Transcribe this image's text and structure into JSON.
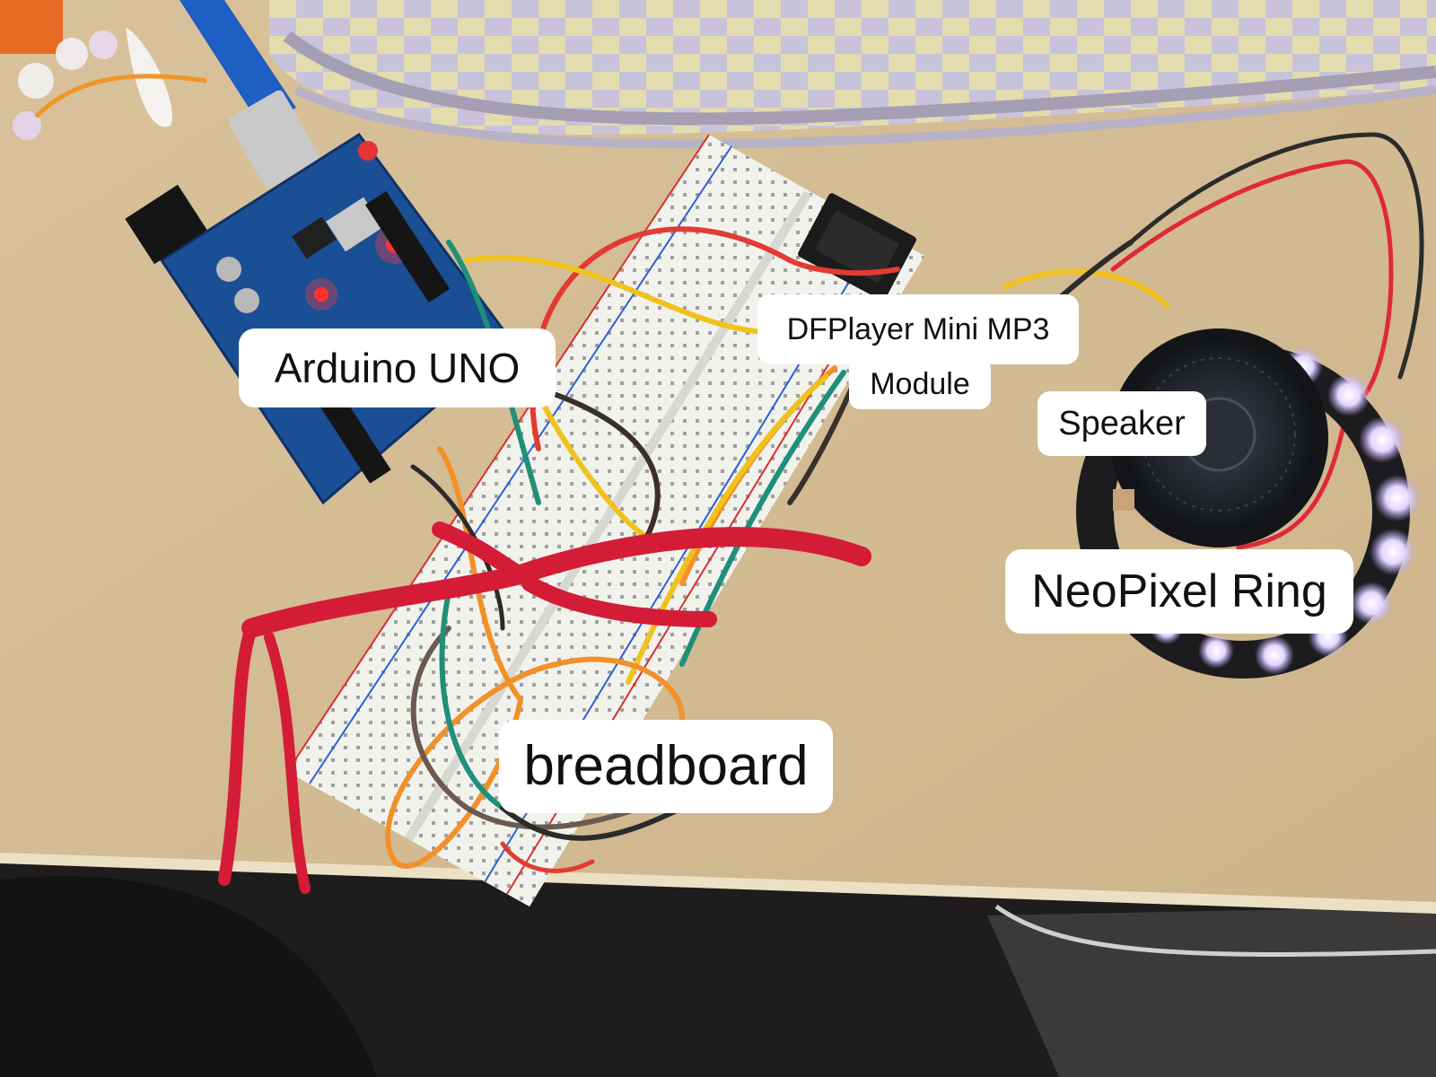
{
  "photo": {
    "subject": "arduino-circuit-photo",
    "colors": {
      "desk": "#d6c19c",
      "desk_edge": "#e9dcbf",
      "floor": "#1f1d1d",
      "arduino_board": "#1a4d91",
      "breadboard": "#efefe8",
      "ribbon": "#d41c37",
      "neopixel_glow": "#d9c8ff",
      "speaker": "#262a30"
    }
  },
  "labels": {
    "arduino": "Arduino UNO",
    "dfplayer_line1": "DFPlayer Mini MP3",
    "dfplayer_line2": "Module",
    "speaker": "Speaker",
    "neopixel": "NeoPixel Ring",
    "breadboard": "breadboard"
  }
}
